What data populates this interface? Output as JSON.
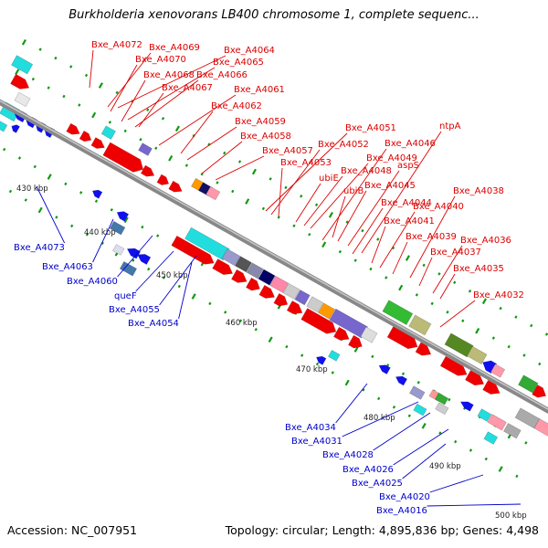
{
  "header": {
    "title": "Burkholderia xenovorans LB400 chromosome 1, complete sequenc..."
  },
  "footer": {
    "accession": "Accession: NC_007951",
    "summary": "Topology: circular; Length: 4,895,836 bp; Genes: 4,498"
  },
  "colors": {
    "forward_label": "#dd0000",
    "reverse_label": "#0000cc",
    "forward_gene": "#ee0000",
    "reverse_gene": "#1010ee",
    "backbone": "#888888",
    "tick": "#119911"
  },
  "ticks": [
    "430 kbp",
    "440 kbp",
    "450 kbp",
    "460 kbp",
    "470 kbp",
    "480 kbp",
    "490 kbp",
    "500 kbp"
  ],
  "forward_labels": [
    "Bxe_A4072",
    "Bxe_A4069",
    "Bxe_A4064",
    "Bxe_A4070",
    "Bxe_A4065",
    "Bxe_A4068",
    "Bxe_A4066",
    "Bxe_A4067",
    "Bxe_A4061",
    "Bxe_A4062",
    "Bxe_A4059",
    "Bxe_A4058",
    "Bxe_A4057",
    "Bxe_A4051",
    "Bxe_A4052",
    "Bxe_A4053",
    "ntpA",
    "Bxe_A4046",
    "ubiE",
    "Bxe_A4049",
    "Bxe_A4048",
    "aspS",
    "ubiB",
    "Bxe_A4045",
    "Bxe_A4044",
    "Bxe_A4038",
    "Bxe_A4040",
    "Bxe_A4041",
    "Bxe_A4039",
    "Bxe_A4036",
    "Bxe_A4037",
    "Bxe_A4035",
    "Bxe_A4032"
  ],
  "reverse_labels": [
    "Bxe_A4073",
    "Bxe_A4063",
    "Bxe_A4060",
    "queF",
    "Bxe_A4055",
    "Bxe_A4054",
    "Bxe_A4034",
    "Bxe_A4031",
    "Bxe_A4028",
    "Bxe_A4026",
    "Bxe_A4025",
    "Bxe_A4020",
    "Bxe_A4016"
  ]
}
